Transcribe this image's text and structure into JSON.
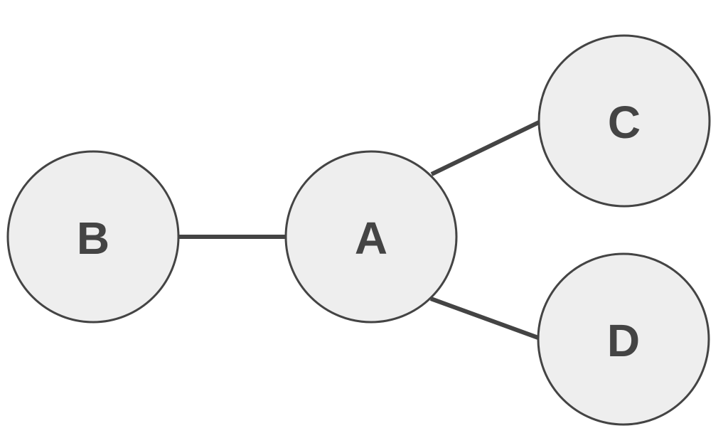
{
  "diagram": {
    "type": "graph",
    "nodes": [
      {
        "id": "A",
        "label": "A"
      },
      {
        "id": "B",
        "label": "B"
      },
      {
        "id": "C",
        "label": "C"
      },
      {
        "id": "D",
        "label": "D"
      }
    ],
    "edges": [
      {
        "from": "B",
        "to": "A"
      },
      {
        "from": "A",
        "to": "C"
      },
      {
        "from": "A",
        "to": "D"
      }
    ],
    "colors": {
      "node_fill": "#eeeeee",
      "stroke": "#444444",
      "label": "#444444",
      "background": "#ffffff"
    }
  }
}
